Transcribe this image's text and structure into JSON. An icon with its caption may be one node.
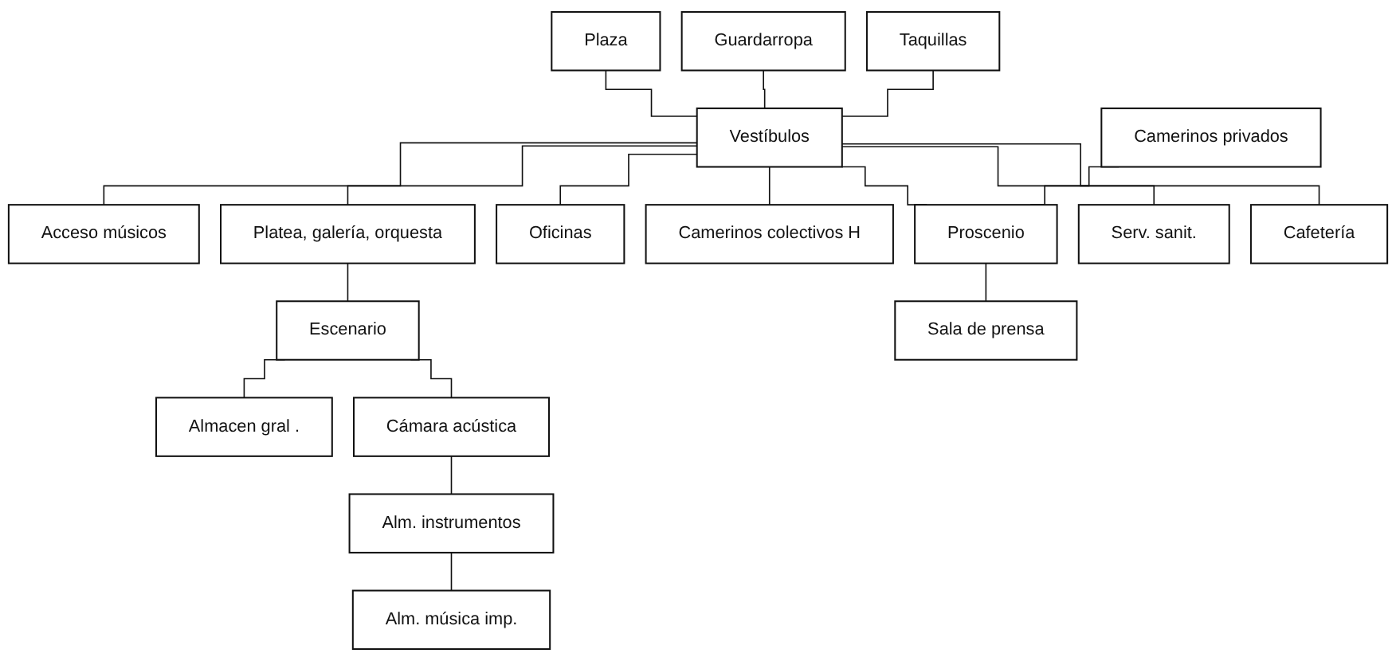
{
  "diagram": {
    "nodes": [
      {
        "text": [
          "Plaza"
        ]
      },
      {
        "text": [
          "Guardarropa"
        ]
      },
      {
        "text": [
          "Taquillas"
        ]
      },
      {
        "text": [
          "Vestíbulos"
        ]
      },
      {
        "text": [
          "Acceso músicos"
        ]
      },
      {
        "text": [
          "Platea, galería, orquesta"
        ]
      },
      {
        "text": [
          "Oficinas"
        ]
      },
      {
        "text": [
          "Camerinos colectivos H"
        ]
      },
      {
        "text": [
          "Camerinos privados"
        ]
      },
      {
        "text": [
          "Proscenio"
        ]
      },
      {
        "text": [
          "Serv. sanit."
        ]
      },
      {
        "text": [
          "Cafetería"
        ]
      },
      {
        "text": [
          "Escenario"
        ]
      },
      {
        "text": [
          "Almacen gral ."
        ]
      },
      {
        "text": [
          "Sala de prensa"
        ]
      },
      {
        "text": [
          "Cámara acústica"
        ]
      },
      {
        "text": [
          "Alm. música imp."
        ]
      },
      {
        "text": [
          "Alm. instrumentos"
        ]
      }
    ],
    "edges": [
      {
        "from": 0,
        "to": 3,
        "arrow": "none"
      },
      {
        "from": 1,
        "to": 3,
        "arrow": "none"
      },
      {
        "from": 2,
        "to": 3,
        "arrow": "none"
      },
      {
        "from": 3,
        "to": 5,
        "arrow": "none"
      },
      {
        "from": 3,
        "to": 4,
        "arrow": "none"
      },
      {
        "from": 3,
        "to": 6,
        "arrow": "none"
      },
      {
        "from": 3,
        "to": 7,
        "arrow": "none"
      },
      {
        "from": 3,
        "to": 9,
        "arrow": "none"
      },
      {
        "from": 8,
        "to": 9,
        "arrow": "none"
      },
      {
        "from": 9,
        "to": 14,
        "arrow": "none"
      },
      {
        "from": 3,
        "to": 10,
        "arrow": "none"
      },
      {
        "from": 3,
        "to": 11,
        "arrow": "none"
      },
      {
        "from": 5,
        "to": 12,
        "arrow": "none"
      },
      {
        "from": 12,
        "to": 13,
        "arrow": "none"
      },
      {
        "from": 12,
        "to": 15,
        "arrow": "none"
      },
      {
        "from": 15,
        "to": 17,
        "arrow": "none"
      },
      {
        "from": 17,
        "to": 16,
        "arrow": "none"
      }
    ]
  }
}
